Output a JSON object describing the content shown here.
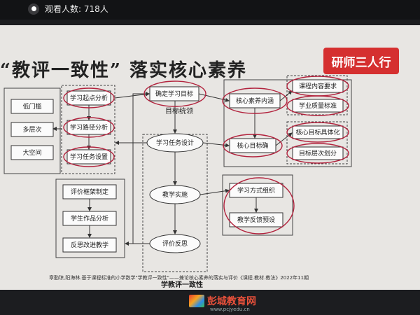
{
  "viewer": {
    "label": "观看人数: 718人"
  },
  "slide": {
    "title": "“教评一致性” 落实核心素养",
    "badge": "研师三人行",
    "citation": "章勤琼,阳海林.基于课程标准的小学数学\"学教评一致性\"——兼论核心素养的落实与评价《课程.教材.教法》2022年11期",
    "caption": "学教评一致性"
  },
  "diagram": {
    "left_column": [
      "低门槛",
      "多层次",
      "大空间"
    ],
    "study_column": [
      "学习起点分析",
      "学习路径分析",
      "学习任务设置"
    ],
    "eval_column": [
      "评价框架制定",
      "学生作品分析",
      "反思改进教学"
    ],
    "center": [
      "确定学习目标",
      "学习任务设计",
      "教学实施",
      "评价反思"
    ],
    "side_label": "目标统领",
    "right_top": [
      "核心素养内涵",
      "核心目标确"
    ],
    "right_sub": [
      "课程内容要求",
      "学业质量标准",
      "核心目标具体化",
      "目标层次划分"
    ],
    "right_mid": [
      "学习方式组织",
      "教学反馈预设"
    ]
  },
  "footer": {
    "brand": "彭城教育网",
    "url": "www.pcjyedu.cn"
  }
}
